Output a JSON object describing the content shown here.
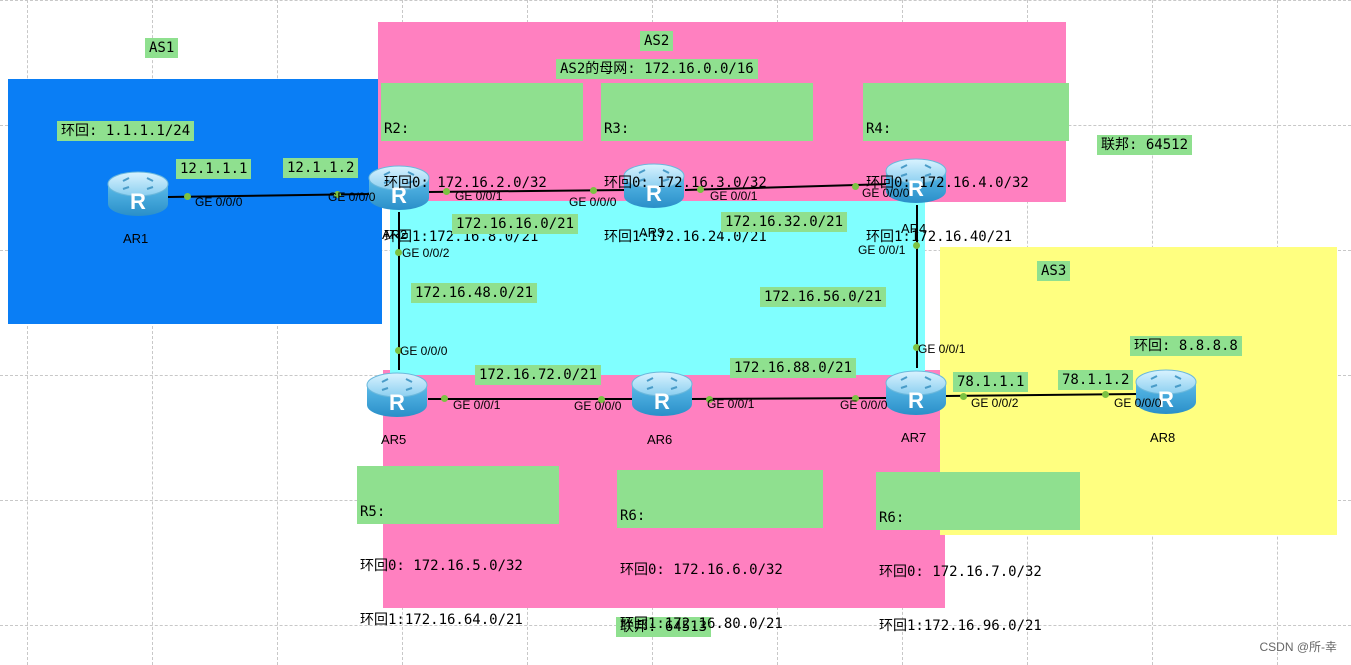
{
  "areas": {
    "as1": "AS1",
    "as2": "AS2",
    "as2_parent_net": "AS2的母网: 172.16.0.0/16",
    "as3": "AS3",
    "confed_64512": "联邦: 64512",
    "confed_64513": "联邦: 64513"
  },
  "colors": {
    "as1_blue": "#0a7ef5",
    "confed_pink": "#ff80c0",
    "core_cyan": "#80ffff",
    "as3_yellow": "#ffff80",
    "label_green": "#8fe08f"
  },
  "routers": {
    "ar1": "AR1",
    "ar2": "AR2",
    "ar3": "AR3",
    "ar4": "AR4",
    "ar5": "AR5",
    "ar6": "AR6",
    "ar7": "AR7",
    "ar8": "AR8",
    "icon": "router-icon"
  },
  "loopbacks": {
    "ar1": "环回: 1.1.1.1/24",
    "r2_title": "R2:",
    "r2_l0": "环回0: 172.16.2.0/32",
    "r2_l1": "环回1:172.16.8.0/21",
    "r3_title": "R3:",
    "r3_l0": "环回0: 172.16.3.0/32",
    "r3_l1": "环回1:172.16.24.0/21",
    "r4_title": "R4:",
    "r4_l0": "环回0: 172.16.4.0/32",
    "r4_l1": "环回1:172.16.40/21",
    "r5_title": "R5:",
    "r5_l0": "环回0: 172.16.5.0/32",
    "r5_l1": "环回1:172.16.64.0/21",
    "r6_title": "R6:",
    "r6_l0": "环回0: 172.16.6.0/32",
    "r6_l1": "环回1:172.16.80.0/21",
    "r7_title": "R6:",
    "r7_l0": "环回0: 172.16.7.0/32",
    "r7_l1": "环回1:172.16.96.0/21",
    "ar8": "环回: 8.8.8.8"
  },
  "addresses": {
    "ar1_ip": "12.1.1.1",
    "ar2_ip": "12.1.1.2",
    "ar7_ip": "78.1.1.1",
    "ar8_ip": "78.1.1.2"
  },
  "subnets": {
    "r2_r3": "172.16.16.0/21",
    "r3_r4": "172.16.32.0/21",
    "r2_r5": "172.16.48.0/21",
    "r4_r7": "172.16.56.0/21",
    "r5_r6": "172.16.72.0/21",
    "r6_r7": "172.16.88.0/21"
  },
  "ports": {
    "ar1_g000": "GE 0/0/0",
    "ar2_g000": "GE 0/0/0",
    "ar2_g001": "GE 0/0/1",
    "ar2_g002": "GE 0/0/2",
    "ar3_g000": "GE 0/0/0",
    "ar3_g001": "GE 0/0/1",
    "ar4_g000": "GE 0/0/0",
    "ar4_g001": "GE 0/0/1",
    "ar5_g000": "GE 0/0/0",
    "ar5_g001": "GE 0/0/1",
    "ar6_g000": "GE 0/0/0",
    "ar6_g001": "GE 0/0/1",
    "ar7_g000": "GE 0/0/0",
    "ar7_g001": "GE 0/0/1",
    "ar7_g002": "GE 0/0/2",
    "ar8_g000": "GE 0/0/0"
  },
  "watermark": "CSDN @所-幸"
}
